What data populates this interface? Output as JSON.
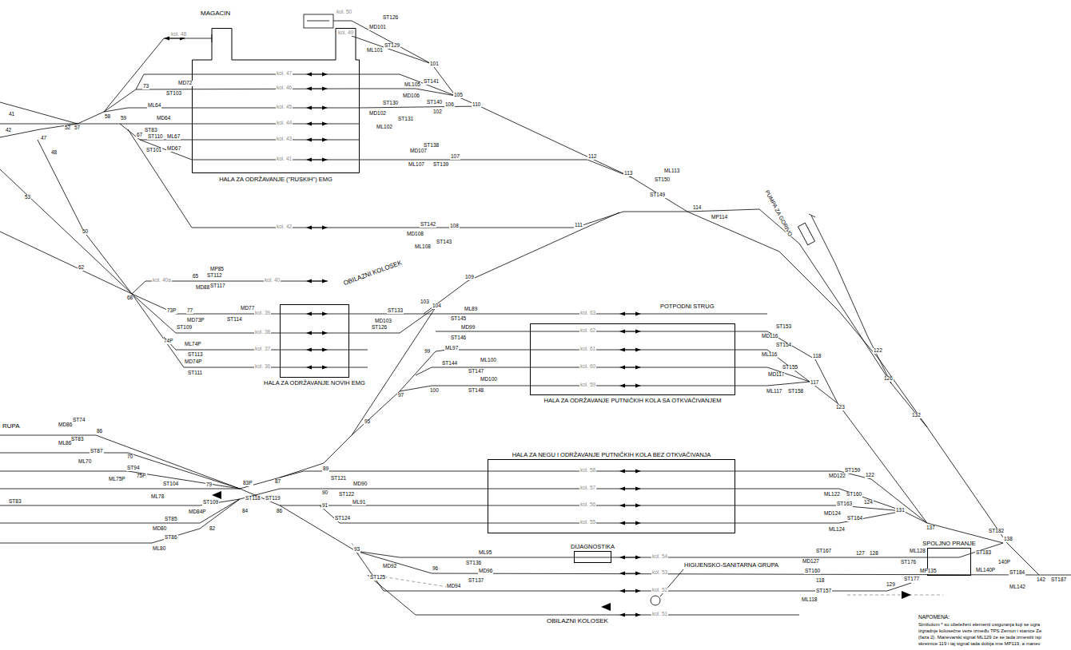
{
  "diagram": {
    "nodes": [
      {
        "text": [
          "HALA ZA ODRŽAVANJE (\"RUSKIH\") EMG"
        ]
      },
      {
        "text": [
          "HALA ZA ODRŽAVANJE NOVIH EMG"
        ]
      },
      {
        "text": [
          "HALA ZA ODRŽAVANJE PUTNIČKIH KOLA SA OTKVAČIVANJEM"
        ]
      },
      {
        "text": [
          "HALA ZA NEGU I ODRŽAVANJE PUTNIČKIH KOLA BEZ OTKVAČIVANJA"
        ]
      },
      {
        "text": [
          "DIJAGNOSTIKA"
        ]
      },
      {
        "text": [
          "SPOLJNO PRANJE"
        ]
      }
    ],
    "labels": [
      "MAGACIN",
      "ST126",
      "MD101",
      "ST129",
      "ML101",
      "101",
      "ML105",
      "ST141",
      "105",
      "MD106",
      "ST140",
      "106",
      "110",
      "ST130",
      "MD102",
      "102",
      "ML102",
      "ST131",
      "MD107",
      "ST138",
      "ML107",
      "ST139",
      "107",
      "112",
      "113",
      "ML113",
      "ST150",
      "ST149",
      "114",
      "MP114",
      "PUMPA ZA GORIVO",
      "kol. 50",
      "kol. 49",
      "kol. 48",
      "kol. 47",
      "kol. 46",
      "kol. 45",
      "kol. 44",
      "kol. 43",
      "kol. 41",
      "73",
      "MD72",
      "ST103",
      "58",
      "57",
      "52",
      "ML64",
      "MD64",
      "ST83",
      "59",
      "67",
      "ST110",
      "ML67",
      "MD67",
      "ST101",
      "41",
      "42",
      "47",
      "48",
      "53",
      "50",
      "62",
      "68",
      "ST112",
      "MD88",
      "MP85",
      "65",
      "ST117",
      "77",
      "73P",
      "MD73P",
      "ST109",
      "MD77",
      "ST114",
      "74P",
      "ML74P",
      "ST113",
      "MD74P",
      "ST111",
      "kol. 40a",
      "kol. 40",
      "OBILAZNI KOLOSEK",
      "kol. 42",
      "ST142",
      "MD108",
      "108",
      "ML108",
      "ST143",
      "111",
      "kol. 39",
      "kol. 38",
      "kol. 37",
      "kol. 36",
      "ST133",
      "MD103",
      "103",
      "ST126",
      "109",
      "104",
      "ML89",
      "ST145",
      "MD99",
      "ST146",
      "99",
      "ML97",
      "ML100",
      "ST144",
      "ST147",
      "MD100",
      "ST148",
      "100",
      "97",
      "95",
      "POTPODNI STRUG",
      "kol. 63",
      "kol. 62",
      "kol. 61",
      "kol. 60",
      "kol. 59",
      "ST153",
      "MD116",
      "ST154",
      "ML116",
      "ST155",
      "MD117",
      "ML117",
      "ST158",
      "117",
      "118",
      "123",
      "122",
      "126",
      "132",
      "ST74",
      "MD86",
      "ST83",
      "ML86",
      "86",
      "ST87",
      "70",
      "ML70",
      "ST94",
      "75P",
      "ML75P",
      "ST104",
      "79",
      "ML78",
      "ST83",
      "ST109",
      "MD84P",
      "ST85",
      "MD80",
      "82",
      "ST86",
      "ML80",
      "83P",
      "ST118",
      "ST119",
      "84",
      "86",
      "87",
      "89",
      "ST121",
      "MD90",
      "ST122",
      "90",
      "ML91",
      "91",
      "ST124",
      "93",
      "MD92",
      "ST125",
      "96",
      "ST136",
      "ML95",
      "MD96",
      "ST137",
      "MD94",
      "kol. 58",
      "kol. 57",
      "kol. 56",
      "kol. 55",
      "kol. 54",
      "kol. 53",
      "kol. 52",
      "kol. 51",
      "MD122",
      "ST159",
      "122",
      "ML122",
      "ST160",
      "124",
      "ST163",
      "MD124",
      "ML124",
      "ST164",
      "131",
      "137",
      "138",
      "ST182",
      "ST183",
      "140P",
      "ML140P",
      "ST184",
      "ML142",
      "142",
      "ST187",
      "ST167",
      "MD127",
      "127",
      "128",
      "ML128",
      "ST176",
      "ST177",
      "MP135",
      "ST160",
      "118",
      "ST157",
      "ML118",
      "129",
      "HIGIJENSKO-SANITARNA GRUPA",
      "OBILAZNI KOLOSEK",
      "NAPOMENA:",
      "Simbolom * su obeleženi elementi osiguranja koji se ugra",
      "izgradnje kolosečne veze između TPS Zemun i stanice Ze",
      "(faza 2). Manevarski signal ML129 će se tada izmestiti isp",
      "skretnice 119 i taj signal tada dobija ime MP119, a manev",
      "RUPA"
    ]
  }
}
